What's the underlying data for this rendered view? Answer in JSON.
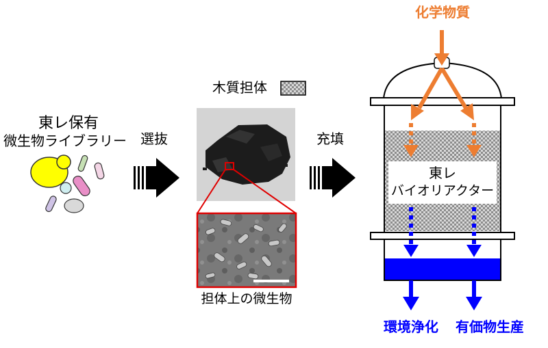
{
  "library": {
    "line1": "東レ保有",
    "line2": "微生物ライブラリー"
  },
  "step_select": "選抜",
  "step_fill": "充填",
  "carrier_label": "木質担体",
  "microbe_caption": "担体上の微生物",
  "chemical_label": "化学物質",
  "reactor": {
    "line1": "東レ",
    "line2": "バイオリアクター"
  },
  "outputs": {
    "left": "環境浄化",
    "right": "有価物生産"
  },
  "colors": {
    "orange": "#ed7d31",
    "blue": "#0000ff",
    "red": "#e00000",
    "yellow": "#ffff00"
  }
}
